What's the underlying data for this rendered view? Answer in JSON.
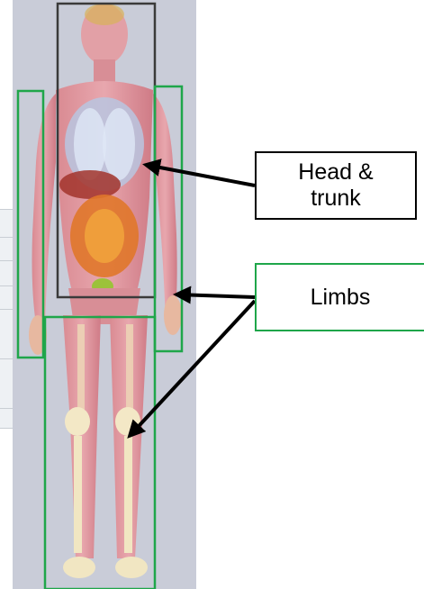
{
  "labels": {
    "head_trunk": "Head &\ntrunk",
    "limbs": "Limbs"
  },
  "colors": {
    "head_trunk_box": "#3a3a3a",
    "limbs_box": "#1fa64a",
    "arrow": "#000000",
    "background_panel": "#c9ccd8"
  },
  "image": {
    "subject": "anatomical-human-body-illustration"
  }
}
